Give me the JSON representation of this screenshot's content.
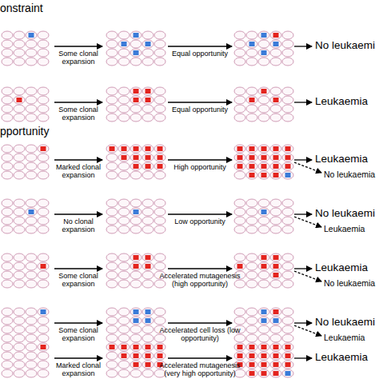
{
  "diagram": {
    "labels": [
      "onstraint",
      "Some clonal expansion",
      "Equal opportunity",
      "No leukaemi",
      "Some clonal expansion",
      "Equal opportunity",
      "Leukaemia",
      "pportunity",
      "Marked clonal expansion",
      "High opportunity",
      "Leukaemia",
      "No leukaemia",
      "No clonal expansion",
      "Low opportunity",
      "No leukaemi",
      "Leukaemia",
      "Some clonal expansion",
      "Accelerated mutagenesis (high opportunity)",
      "Leukaemia",
      "No leukaemia",
      "Some clonal expansion",
      "Accelerated cell loss (low opportunity)",
      "No leukaemi",
      "Leukaemia",
      "Marked clonal expansion",
      "Accelerated mutagenesis (very high opportunity)",
      "Leukaemia"
    ]
  }
}
